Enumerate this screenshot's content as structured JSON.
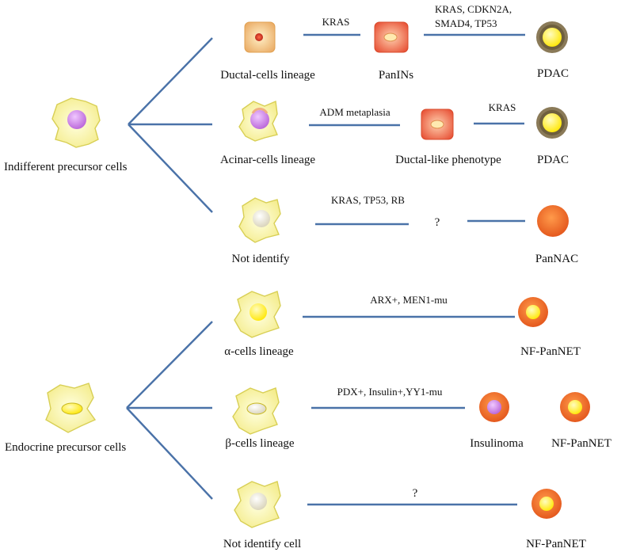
{
  "colors": {
    "line": "#4a72a8",
    "star_fill": "#f7f2a6",
    "star_stroke": "#d8cf55",
    "cell_orange": "#f26a21",
    "nucleus_yellow": "#ffee00",
    "nucleus_purple": "#c178d6",
    "pdac_ring": "#8a7a58"
  },
  "roots": {
    "indifferent": "Indifferent precursor cells",
    "endocrine": "Endocrine precursor cells"
  },
  "branches": [
    {
      "id": "ductal",
      "lineage": "Ductal-cells lineage",
      "mid": "PanINs",
      "outcome": "PDAC",
      "annot1": "KRAS",
      "annot2": "KRAS, CDKN2A, SMAD4, TP53"
    },
    {
      "id": "acinar",
      "lineage": "Acinar-cells lineage",
      "mid": "Ductal-like phenotype",
      "outcome": "PDAC",
      "annot1": "ADM metaplasia",
      "annot2": "KRAS"
    },
    {
      "id": "unknown1",
      "lineage": "Not identify",
      "mid": "?",
      "outcome": "PanNAC",
      "annot1": "KRAS, TP53, RB"
    },
    {
      "id": "alpha",
      "lineage": "α-cells lineage",
      "outcome": "NF-PanNET",
      "annot1": "ARX+, MEN1-mu"
    },
    {
      "id": "beta",
      "lineage": "β-cells lineage",
      "outcome": "Insulinoma",
      "outcome2": "NF-PanNET",
      "annot1": "PDX+, Insulin+,YY1-mu"
    },
    {
      "id": "unknown2",
      "lineage": "Not identify cell",
      "mid": "?",
      "outcome": "NF-PanNET"
    }
  ]
}
